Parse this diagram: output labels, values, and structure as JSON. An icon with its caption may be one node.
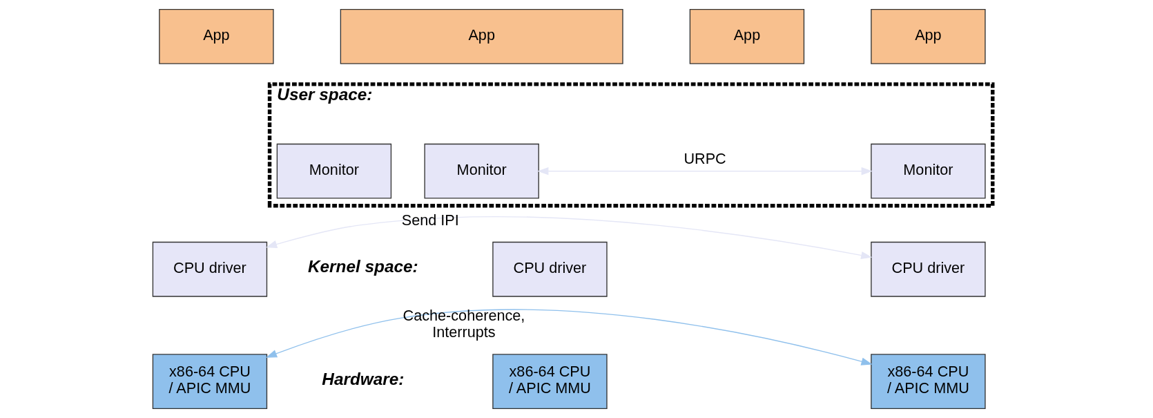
{
  "diagram": {
    "nodes": [
      {
        "text": [
          "App"
        ]
      },
      {
        "text": [
          "App"
        ]
      },
      {
        "text": [
          "App"
        ]
      },
      {
        "text": [
          "App"
        ]
      },
      {
        "text": [
          "User space:"
        ]
      },
      {
        "text": [
          "Monitor"
        ],
        "in": 4
      },
      {
        "text": [
          "Monitor"
        ],
        "in": 4
      },
      {
        "text": [
          "Monitor"
        ],
        "in": 4
      },
      {
        "text": [
          "CPU driver"
        ]
      },
      {
        "text": [
          "CPU driver"
        ]
      },
      {
        "text": [
          "CPU driver"
        ]
      },
      {
        "text": [
          "x86-64 CPU / APIC MMU"
        ]
      },
      {
        "text": [
          "x86-64 CPU / APIC MMU"
        ]
      },
      {
        "text": [
          "x86-64 CPU / APIC MMU"
        ]
      }
    ],
    "edges": [
      {
        "from": 6,
        "to": 7,
        "arrow": "both",
        "label": "URPC",
        "color": "#e4e6f6"
      },
      {
        "from": 9,
        "to": 10,
        "arrow": "both",
        "label": "Send IPI",
        "color": "#e4e6f6"
      },
      {
        "from": 12,
        "to": 13,
        "arrow": "both",
        "label": "Cache-coherence, Interrupts",
        "color": "#8fc0ec"
      }
    ],
    "labels": [
      "Kernel space:",
      "Hardware:"
    ]
  }
}
